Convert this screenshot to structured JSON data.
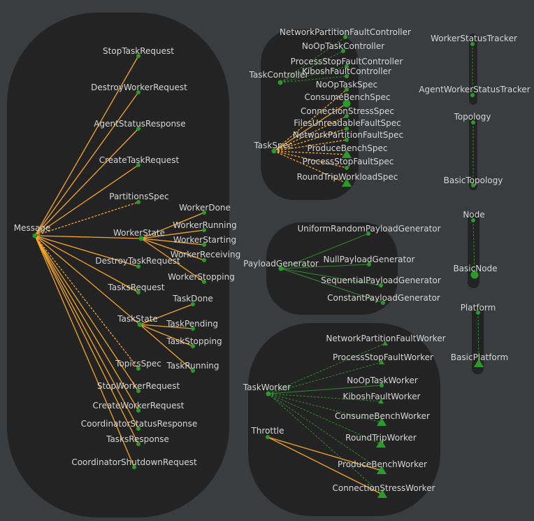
{
  "colors": {
    "background": "#3a3d40",
    "cluster": "#232323",
    "edge_orange": "#f5a623",
    "edge_green": "#2e8b2e",
    "node_green": "#2a9a2a",
    "label": "#d6d6d6"
  },
  "clusters": [
    {
      "id": "message"
    },
    {
      "id": "task"
    },
    {
      "id": "payload"
    },
    {
      "id": "worker"
    },
    {
      "id": "status"
    },
    {
      "id": "topology"
    },
    {
      "id": "node"
    },
    {
      "id": "platform"
    }
  ],
  "nodes": [
    {
      "id": "Message",
      "label": "Message",
      "shape": "small"
    },
    {
      "id": "StopTaskRequest",
      "label": "StopTaskRequest",
      "shape": "dot"
    },
    {
      "id": "DestroyWorkerRequest",
      "label": "DestroyWorkerRequest",
      "shape": "dot"
    },
    {
      "id": "AgentStatusResponse",
      "label": "AgentStatusResponse",
      "shape": "dot"
    },
    {
      "id": "CreateTaskRequest",
      "label": "CreateTaskRequest",
      "shape": "dot"
    },
    {
      "id": "PartitionsSpec",
      "label": "PartitionsSpec",
      "shape": "dot"
    },
    {
      "id": "WorkerState",
      "label": "WorkerState",
      "shape": "small"
    },
    {
      "id": "WorkerDone",
      "label": "WorkerDone",
      "shape": "dot"
    },
    {
      "id": "WorkerRunning",
      "label": "WorkerRunning",
      "shape": "dot"
    },
    {
      "id": "WorkerStarting",
      "label": "WorkerStarting",
      "shape": "dot"
    },
    {
      "id": "WorkerReceiving",
      "label": "WorkerReceiving",
      "shape": "dot"
    },
    {
      "id": "WorkerStopping",
      "label": "WorkerStopping",
      "shape": "dot"
    },
    {
      "id": "DestroyTaskRequest",
      "label": "DestroyTaskRequest",
      "shape": "dot"
    },
    {
      "id": "TasksRequest",
      "label": "TasksRequest",
      "shape": "dot"
    },
    {
      "id": "TaskState",
      "label": "TaskState",
      "shape": "small"
    },
    {
      "id": "TaskDone",
      "label": "TaskDone",
      "shape": "dot"
    },
    {
      "id": "TaskPending",
      "label": "TaskPending",
      "shape": "dot"
    },
    {
      "id": "TaskStopping",
      "label": "TaskStopping",
      "shape": "dot"
    },
    {
      "id": "TaskRunning",
      "label": "TaskRunning",
      "shape": "dot"
    },
    {
      "id": "TopicsSpec",
      "label": "TopicsSpec",
      "shape": "dot"
    },
    {
      "id": "StopWorkerRequest",
      "label": "StopWorkerRequest",
      "shape": "dot"
    },
    {
      "id": "CreateWorkerRequest",
      "label": "CreateWorkerRequest",
      "shape": "dot"
    },
    {
      "id": "CoordinatorStatusResponse",
      "label": "CoordinatorStatusResponse",
      "shape": "dot"
    },
    {
      "id": "TasksResponse",
      "label": "TasksResponse",
      "shape": "dot"
    },
    {
      "id": "CoordinatorShutdownRequest",
      "label": "CoordinatorShutdownRequest",
      "shape": "dot"
    },
    {
      "id": "TaskController",
      "label": "TaskController",
      "shape": "small"
    },
    {
      "id": "NetworkPartitionFaultController",
      "label": "NetworkPartitionFaultController",
      "shape": "dot"
    },
    {
      "id": "NoOpTaskController",
      "label": "NoOpTaskController",
      "shape": "dot"
    },
    {
      "id": "ProcessStopFaultController",
      "label": "ProcessStopFaultController",
      "shape": "dot"
    },
    {
      "id": "KiboshFaultController",
      "label": "KiboshFaultController",
      "shape": "dot"
    },
    {
      "id": "TaskSpec",
      "label": "TaskSpec",
      "shape": "small"
    },
    {
      "id": "NoOpTaskSpec",
      "label": "NoOpTaskSpec",
      "shape": "dot"
    },
    {
      "id": "ConsumeBenchSpec",
      "label": "ConsumeBenchSpec",
      "shape": "big"
    },
    {
      "id": "ConnectionStressSpec",
      "label": "ConnectionStressSpec",
      "shape": "dot"
    },
    {
      "id": "FilesUnreadableFaultSpec",
      "label": "FilesUnreadableFaultSpec",
      "shape": "dot"
    },
    {
      "id": "NetworkPartitionFaultSpec",
      "label": "NetworkPartitionFaultSpec",
      "shape": "dot"
    },
    {
      "id": "ProduceBenchSpec",
      "label": "ProduceBenchSpec",
      "shape": "tri"
    },
    {
      "id": "ProcessStopFaultSpec",
      "label": "ProcessStopFaultSpec",
      "shape": "dot"
    },
    {
      "id": "RoundTripWorkloadSpec",
      "label": "RoundTripWorkloadSpec",
      "shape": "tri"
    },
    {
      "id": "PayloadGenerator",
      "label": "PayloadGenerator",
      "shape": "small"
    },
    {
      "id": "UniformRandomPayloadGenerator",
      "label": "UniformRandomPayloadGenerator",
      "shape": "dot"
    },
    {
      "id": "NullPayloadGenerator",
      "label": "NullPayloadGenerator",
      "shape": "dot"
    },
    {
      "id": "SequentialPayloadGenerator",
      "label": "SequentialPayloadGenerator",
      "shape": "dot"
    },
    {
      "id": "ConstantPayloadGenerator",
      "label": "ConstantPayloadGenerator",
      "shape": "dot"
    },
    {
      "id": "TaskWorker",
      "label": "TaskWorker",
      "shape": "small"
    },
    {
      "id": "NetworkPartitionFaultWorker",
      "label": "NetworkPartitionFaultWorker",
      "shape": "smalltri"
    },
    {
      "id": "ProcessStopFaultWorker",
      "label": "ProcessStopFaultWorker",
      "shape": "smalltri"
    },
    {
      "id": "NoOpTaskWorker",
      "label": "NoOpTaskWorker",
      "shape": "dot"
    },
    {
      "id": "KiboshFaultWorker",
      "label": "KiboshFaultWorker",
      "shape": "smalltri"
    },
    {
      "id": "ConsumeBenchWorker",
      "label": "ConsumeBenchWorker",
      "shape": "tri"
    },
    {
      "id": "RoundTripWorker",
      "label": "RoundTripWorker",
      "shape": "tri"
    },
    {
      "id": "Throttle",
      "label": "Throttle",
      "shape": "dot"
    },
    {
      "id": "ProduceBenchWorker",
      "label": "ProduceBenchWorker",
      "shape": "tri"
    },
    {
      "id": "ConnectionStressWorker",
      "label": "ConnectionStressWorker",
      "shape": "tri"
    },
    {
      "id": "WorkerStatusTracker",
      "label": "WorkerStatusTracker",
      "shape": "dot"
    },
    {
      "id": "AgentWorkerStatusTracker",
      "label": "AgentWorkerStatusTracker",
      "shape": "dot"
    },
    {
      "id": "Topology",
      "label": "Topology",
      "shape": "dot"
    },
    {
      "id": "BasicTopology",
      "label": "BasicTopology",
      "shape": "dot"
    },
    {
      "id": "Node",
      "label": "Node",
      "shape": "dot"
    },
    {
      "id": "BasicNode",
      "label": "BasicNode",
      "shape": "big"
    },
    {
      "id": "Platform",
      "label": "Platform",
      "shape": "dot"
    },
    {
      "id": "BasicPlatform",
      "label": "BasicPlatform",
      "shape": "tri"
    }
  ],
  "edges": [
    {
      "from": "Message",
      "to": "StopTaskRequest",
      "style": "orange"
    },
    {
      "from": "Message",
      "to": "DestroyWorkerRequest",
      "style": "orange"
    },
    {
      "from": "Message",
      "to": "AgentStatusResponse",
      "style": "orange"
    },
    {
      "from": "Message",
      "to": "CreateTaskRequest",
      "style": "orange"
    },
    {
      "from": "Message",
      "to": "PartitionsSpec",
      "style": "orange-dashed"
    },
    {
      "from": "Message",
      "to": "WorkerState",
      "style": "orange"
    },
    {
      "from": "Message",
      "to": "DestroyTaskRequest",
      "style": "orange"
    },
    {
      "from": "Message",
      "to": "TasksRequest",
      "style": "orange"
    },
    {
      "from": "Message",
      "to": "TaskState",
      "style": "orange"
    },
    {
      "from": "Message",
      "to": "TopicsSpec",
      "style": "orange-dashed"
    },
    {
      "from": "Message",
      "to": "StopWorkerRequest",
      "style": "orange"
    },
    {
      "from": "Message",
      "to": "CreateWorkerRequest",
      "style": "orange"
    },
    {
      "from": "Message",
      "to": "CoordinatorStatusResponse",
      "style": "orange"
    },
    {
      "from": "Message",
      "to": "TasksResponse",
      "style": "orange"
    },
    {
      "from": "Message",
      "to": "CoordinatorShutdownRequest",
      "style": "orange"
    },
    {
      "from": "WorkerState",
      "to": "WorkerDone",
      "style": "orange"
    },
    {
      "from": "WorkerState",
      "to": "WorkerRunning",
      "style": "orange"
    },
    {
      "from": "WorkerState",
      "to": "WorkerStarting",
      "style": "orange"
    },
    {
      "from": "WorkerState",
      "to": "WorkerReceiving",
      "style": "orange"
    },
    {
      "from": "WorkerState",
      "to": "WorkerStopping",
      "style": "orange"
    },
    {
      "from": "TaskState",
      "to": "TaskDone",
      "style": "orange"
    },
    {
      "from": "TaskState",
      "to": "TaskPending",
      "style": "orange"
    },
    {
      "from": "TaskState",
      "to": "TaskStopping",
      "style": "orange"
    },
    {
      "from": "TaskState",
      "to": "TaskRunning",
      "style": "orange"
    },
    {
      "from": "TaskController",
      "to": "NetworkPartitionFaultController",
      "style": "green-dashed"
    },
    {
      "from": "TaskController",
      "to": "NoOpTaskController",
      "style": "green-dashed"
    },
    {
      "from": "TaskController",
      "to": "ProcessStopFaultController",
      "style": "green-dashed"
    },
    {
      "from": "TaskController",
      "to": "KiboshFaultController",
      "style": "green-dashed"
    },
    {
      "from": "TaskSpec",
      "to": "NoOpTaskSpec",
      "style": "orange-dashed"
    },
    {
      "from": "TaskSpec",
      "to": "ConsumeBenchSpec",
      "style": "orange"
    },
    {
      "from": "TaskSpec",
      "to": "ConnectionStressSpec",
      "style": "orange-dashed"
    },
    {
      "from": "TaskSpec",
      "to": "FilesUnreadableFaultSpec",
      "style": "orange-dashed"
    },
    {
      "from": "TaskSpec",
      "to": "NetworkPartitionFaultSpec",
      "style": "orange-dashed"
    },
    {
      "from": "TaskSpec",
      "to": "ProduceBenchSpec",
      "style": "orange-dashed"
    },
    {
      "from": "TaskSpec",
      "to": "ProcessStopFaultSpec",
      "style": "orange-dashed"
    },
    {
      "from": "TaskSpec",
      "to": "RoundTripWorkloadSpec",
      "style": "orange-dashed"
    },
    {
      "from": "PayloadGenerator",
      "to": "UniformRandomPayloadGenerator",
      "style": "green"
    },
    {
      "from": "PayloadGenerator",
      "to": "NullPayloadGenerator",
      "style": "green"
    },
    {
      "from": "PayloadGenerator",
      "to": "SequentialPayloadGenerator",
      "style": "green"
    },
    {
      "from": "PayloadGenerator",
      "to": "ConstantPayloadGenerator",
      "style": "green"
    },
    {
      "from": "TaskWorker",
      "to": "NetworkPartitionFaultWorker",
      "style": "green-dashed"
    },
    {
      "from": "TaskWorker",
      "to": "ProcessStopFaultWorker",
      "style": "green-dashed"
    },
    {
      "from": "TaskWorker",
      "to": "NoOpTaskWorker",
      "style": "green"
    },
    {
      "from": "TaskWorker",
      "to": "KiboshFaultWorker",
      "style": "green-dashed"
    },
    {
      "from": "TaskWorker",
      "to": "ConsumeBenchWorker",
      "style": "green-dashed"
    },
    {
      "from": "TaskWorker",
      "to": "RoundTripWorker",
      "style": "green-dashed"
    },
    {
      "from": "TaskWorker",
      "to": "ProduceBenchWorker",
      "style": "green-dashed"
    },
    {
      "from": "TaskWorker",
      "to": "ConnectionStressWorker",
      "style": "green-dashed"
    },
    {
      "from": "Throttle",
      "to": "ProduceBenchWorker",
      "style": "orange"
    },
    {
      "from": "Throttle",
      "to": "ConnectionStressWorker",
      "style": "orange"
    },
    {
      "from": "WorkerStatusTracker",
      "to": "AgentWorkerStatusTracker",
      "style": "green-dashed"
    },
    {
      "from": "Topology",
      "to": "BasicTopology",
      "style": "green-dashed"
    },
    {
      "from": "Node",
      "to": "BasicNode",
      "style": "green-dashed"
    },
    {
      "from": "Platform",
      "to": "BasicPlatform",
      "style": "green-dashed"
    }
  ]
}
